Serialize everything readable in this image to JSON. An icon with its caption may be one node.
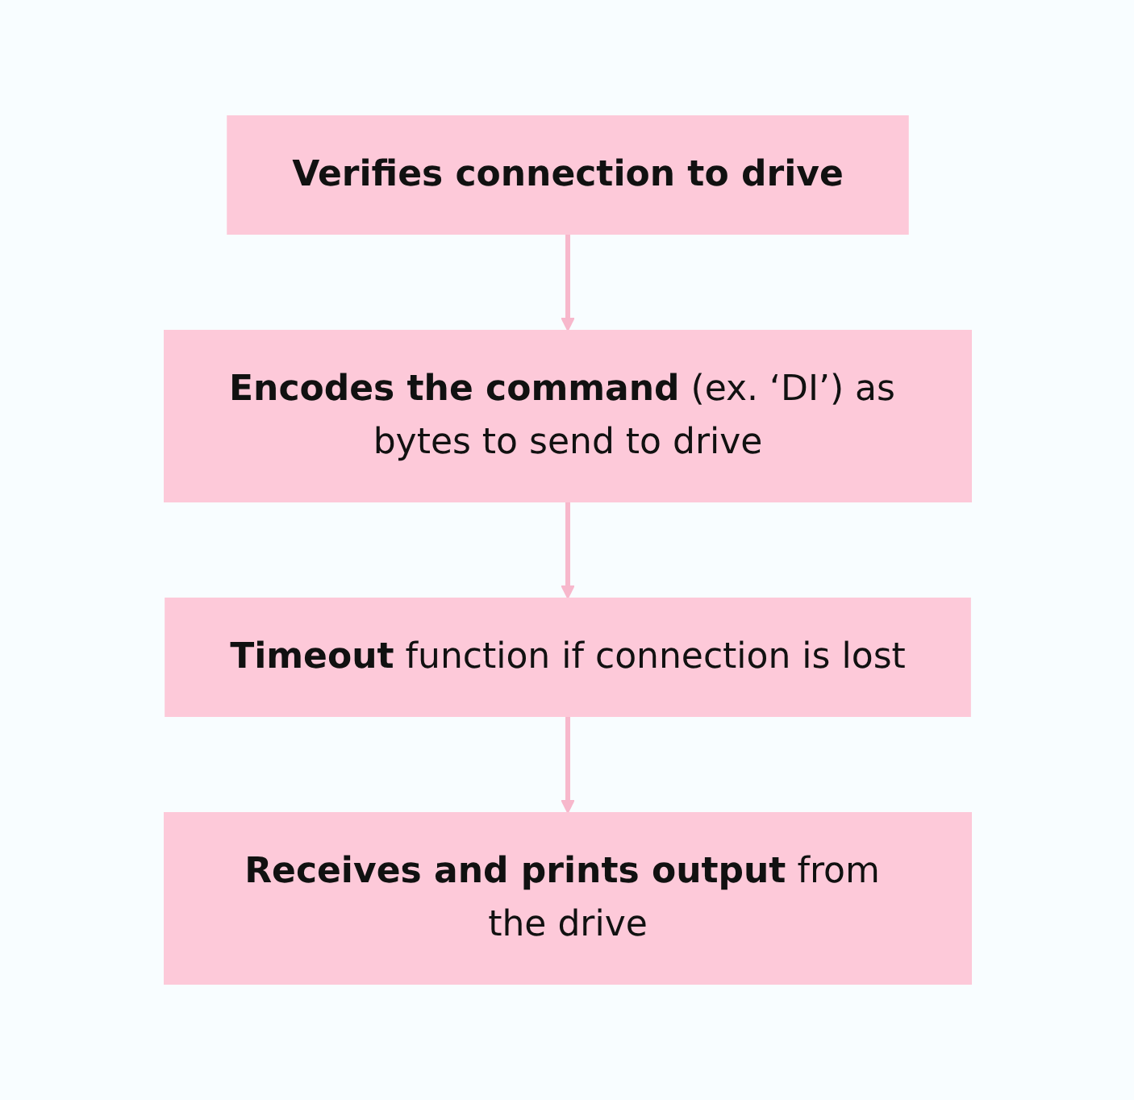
{
  "diagram": {
    "nodes": [
      {
        "text": [
          "**Verifies connection to drive**"
        ]
      },
      {
        "text": [
          "**Encodes the command** (ex. ‘DI’) as bytes to send to drive"
        ]
      },
      {
        "text": [
          "**Timeout** function if connection is lost"
        ]
      },
      {
        "text": [
          "**Receives and prints output** from the drive"
        ]
      }
    ],
    "edges": [
      {
        "from": 0,
        "to": 1,
        "arrow": "to"
      },
      {
        "from": 1,
        "to": 2,
        "arrow": "to"
      },
      {
        "from": 2,
        "to": 3,
        "arrow": "to"
      }
    ]
  }
}
